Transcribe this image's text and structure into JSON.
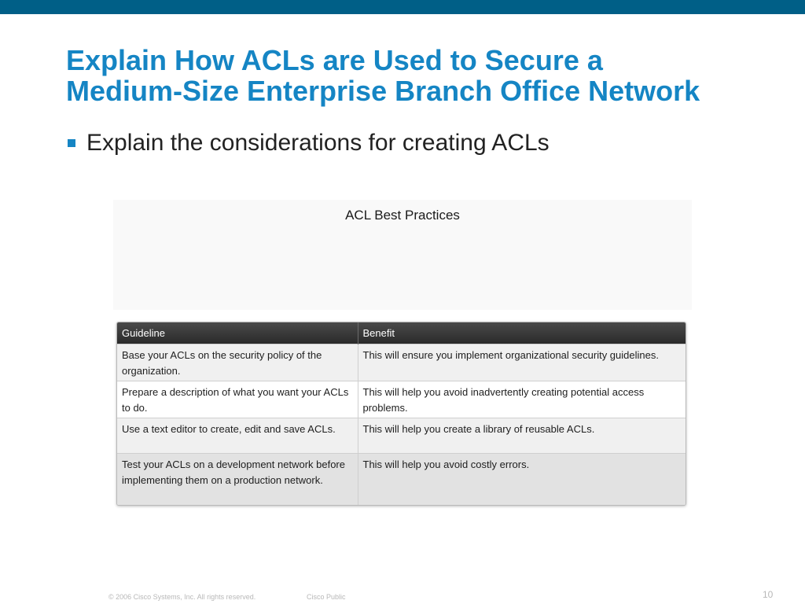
{
  "slide": {
    "title_line1": "Explain How ACLs are Used to Secure a",
    "title_line2": "Medium-Size Enterprise Branch Office Network",
    "bullet": "Explain the considerations for creating ACLs"
  },
  "figure": {
    "title": "ACL Best Practices",
    "table": {
      "headers": [
        "Guideline",
        "Benefit"
      ],
      "rows": [
        [
          "Base your ACLs on the security policy of the organization.",
          "This will ensure you implement organizational security guidelines."
        ],
        [
          "Prepare a description of what you want your ACLs to do.",
          "This will help you avoid inadvertently creating potential access problems."
        ],
        [
          "Use a text editor to create, edit and save ACLs.",
          "This will help you create a library of reusable ACLs."
        ],
        [
          "Test your ACLs on a development network before implementing them on a production network.",
          "This will help you avoid costly errors."
        ]
      ]
    }
  },
  "footer": {
    "copyright": "© 2006 Cisco Systems, Inc. All rights reserved.",
    "classification": "Cisco Public",
    "page_number": "10"
  },
  "colors": {
    "top_bar": "#005f87",
    "title": "#1585c4",
    "bullet": "#1585c4"
  }
}
